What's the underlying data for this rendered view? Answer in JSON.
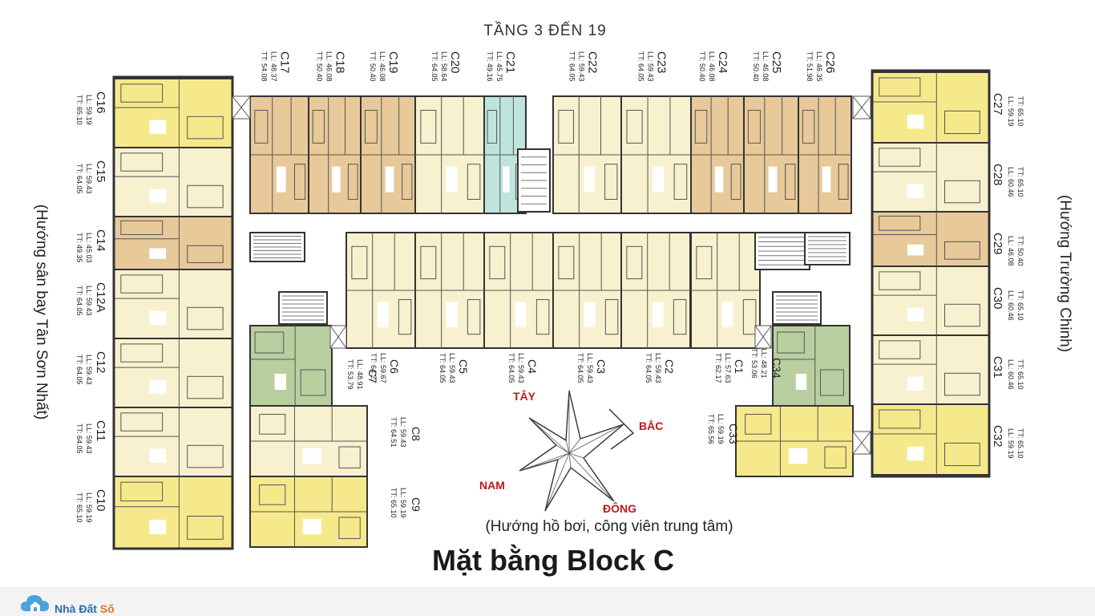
{
  "floor_title": "TẦNG 3 ĐẾN 19",
  "plan_title": "Mặt bằng Block C",
  "directions": {
    "left": "(Hướng sân bay Tân Sơn Nhất)",
    "right": "(Hướng Trường Chinh)",
    "bottom": "(Hướng hồ bơi, công viên trung tâm)"
  },
  "compass": {
    "west": "TÂY",
    "north": "BẮC",
    "south": "NAM",
    "east": "ĐÔNG"
  },
  "colors": {
    "cream": "#f7f1cf",
    "yellow": "#f6e98b",
    "orange": "#e7c99a",
    "green": "#b9cf9f",
    "teal": "#bfe4de",
    "wall": "#333333",
    "compass_red": "#c0181e"
  },
  "units_top": [
    {
      "name": "C17",
      "ll": "LL: 48.37",
      "tt": "TT: 54.08",
      "type": "orange"
    },
    {
      "name": "C18",
      "ll": "LL: 46.08",
      "tt": "TT: 50.40",
      "type": "orange"
    },
    {
      "name": "C19",
      "ll": "LL: 46.08",
      "tt": "TT: 50.40",
      "type": "orange"
    },
    {
      "name": "C20",
      "ll": "LL: 58.64",
      "tt": "TT: 64.05",
      "type": "cream"
    },
    {
      "name": "C21",
      "ll": "LL: 45.75",
      "tt": "TT: 49.16",
      "type": "teal"
    },
    {
      "name": "C22",
      "ll": "LL: 59.43",
      "tt": "TT: 64.05",
      "type": "cream"
    },
    {
      "name": "C23",
      "ll": "LL: 59.43",
      "tt": "TT: 64.05",
      "type": "cream"
    },
    {
      "name": "C24",
      "ll": "LL: 46.08",
      "tt": "TT: 50.40",
      "type": "orange"
    },
    {
      "name": "C25",
      "ll": "LL: 46.08",
      "tt": "TT: 50.40",
      "type": "orange"
    },
    {
      "name": "C26",
      "ll": "LL: 46.35",
      "tt": "TT: 51.98",
      "type": "orange"
    }
  ],
  "units_left": [
    {
      "name": "C16",
      "ll": "LL: 59.19",
      "tt": "TT: 65.10",
      "type": "yellow"
    },
    {
      "name": "C15",
      "ll": "LL: 59.43",
      "tt": "TT: 64.05",
      "type": "cream"
    },
    {
      "name": "C14",
      "ll": "LL: 45.03",
      "tt": "TT: 49.35",
      "type": "orange"
    },
    {
      "name": "C12A",
      "ll": "LL: 59.43",
      "tt": "TT: 64.05",
      "type": "cream"
    },
    {
      "name": "C12",
      "ll": "LL: 59.43",
      "tt": "TT: 64.05",
      "type": "cream"
    },
    {
      "name": "C11",
      "ll": "LL: 59.43",
      "tt": "TT: 64.05",
      "type": "cream"
    },
    {
      "name": "C10",
      "ll": "LL: 59.19",
      "tt": "TT: 65.10",
      "type": "yellow"
    }
  ],
  "units_right": [
    {
      "name": "C27",
      "ll": "LL: 59.19",
      "tt": "TT: 65.10",
      "type": "yellow"
    },
    {
      "name": "C28",
      "ll": "LL: 60.46",
      "tt": "TT: 65.10",
      "type": "cream"
    },
    {
      "name": "C29",
      "ll": "LL: 46.08",
      "tt": "TT: 50.40",
      "type": "orange"
    },
    {
      "name": "C30",
      "ll": "LL: 60.46",
      "tt": "TT: 65.10",
      "type": "cream"
    },
    {
      "name": "C31",
      "ll": "LL: 60.46",
      "tt": "TT: 65.10",
      "type": "cream"
    },
    {
      "name": "C32",
      "ll": "LL: 59.19",
      "tt": "TT: 65.10",
      "type": "yellow"
    }
  ],
  "units_middle": [
    {
      "name": "C6",
      "ll": "LL: 59.67",
      "tt": "TT: 64.27",
      "type": "cream"
    },
    {
      "name": "C5",
      "ll": "LL: 59.43",
      "tt": "TT: 64.05",
      "type": "cream"
    },
    {
      "name": "C4",
      "ll": "LL: 59.43",
      "tt": "TT: 64.05",
      "type": "cream"
    },
    {
      "name": "C3",
      "ll": "LL: 59.43",
      "tt": "TT: 64.05",
      "type": "cream"
    },
    {
      "name": "C2",
      "ll": "LL: 59.43",
      "tt": "TT: 64.05",
      "type": "cream"
    },
    {
      "name": "C1",
      "ll": "LL: 57.63",
      "tt": "TT: 62.17",
      "type": "cream"
    }
  ],
  "units_other": [
    {
      "name": "C7",
      "ll": "LL: 48.91",
      "tt": "TT: 53.79",
      "type": "green"
    },
    {
      "name": "C8",
      "ll": "LL: 59.43",
      "tt": "TT: 64.51",
      "type": "cream"
    },
    {
      "name": "C9",
      "ll": "LL: 59.19",
      "tt": "TT: 65.10",
      "type": "yellow"
    },
    {
      "name": "C34",
      "ll": "LL: 48.21",
      "tt": "TT: 53.06",
      "type": "green"
    },
    {
      "name": "C33",
      "ll": "LL: 59.19",
      "tt": "TT: 65.56",
      "type": "yellow"
    }
  ],
  "logo": {
    "part1": "Nhà Đất ",
    "part2": "Số"
  }
}
